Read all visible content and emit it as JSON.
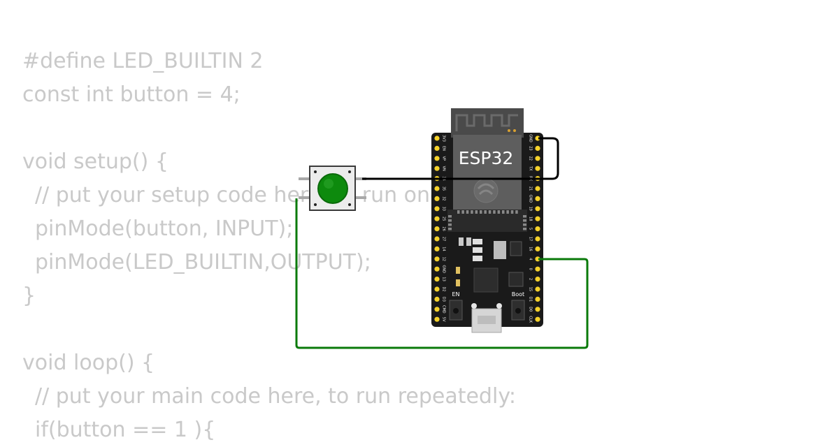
{
  "code_lines": [
    {
      "text": "#define LED_BUILTIN 2",
      "indent": false
    },
    {
      "text": "const int button = 4;",
      "indent": false
    },
    {
      "text": "",
      "indent": false
    },
    {
      "text": "void setup() {",
      "indent": false
    },
    {
      "text": "// put your setup code here, to run once:",
      "indent": true
    },
    {
      "text": "pinMode(button, INPUT);",
      "indent": true
    },
    {
      "text": "pinMode(LED_BUILTIN,OUTPUT);",
      "indent": true
    },
    {
      "text": "}",
      "indent": false
    },
    {
      "text": "",
      "indent": false
    },
    {
      "text": "void loop() {",
      "indent": false
    },
    {
      "text": "// put your main code here, to run repeatedly:",
      "indent": true
    },
    {
      "text": "if(button == 1 ){",
      "indent": true
    }
  ],
  "board": {
    "title": "ESP32",
    "en_label": "EN",
    "boot_label": "Boot",
    "left_pins": [
      "3V3",
      "EN",
      "VP",
      "VN",
      "34",
      "35",
      "32",
      "33",
      "25",
      "26",
      "27",
      "14",
      "12",
      "GND",
      "13",
      "D2",
      "D3",
      "CMD",
      "5V"
    ],
    "right_pins": [
      "GND",
      "23",
      "22",
      "TX",
      "RX",
      "21",
      "GND",
      "19",
      "18",
      "5",
      "17",
      "16",
      "4",
      "0",
      "2",
      "15",
      "D1",
      "D0",
      "CLK"
    ]
  },
  "colors": {
    "code_text": "#c9c9c9",
    "board": "#1a1a1a",
    "pin_pad": "#f5d22b",
    "wire_black": "#000000",
    "wire_green": "#0a7a0a",
    "button_cap": "#0d8a0d"
  }
}
